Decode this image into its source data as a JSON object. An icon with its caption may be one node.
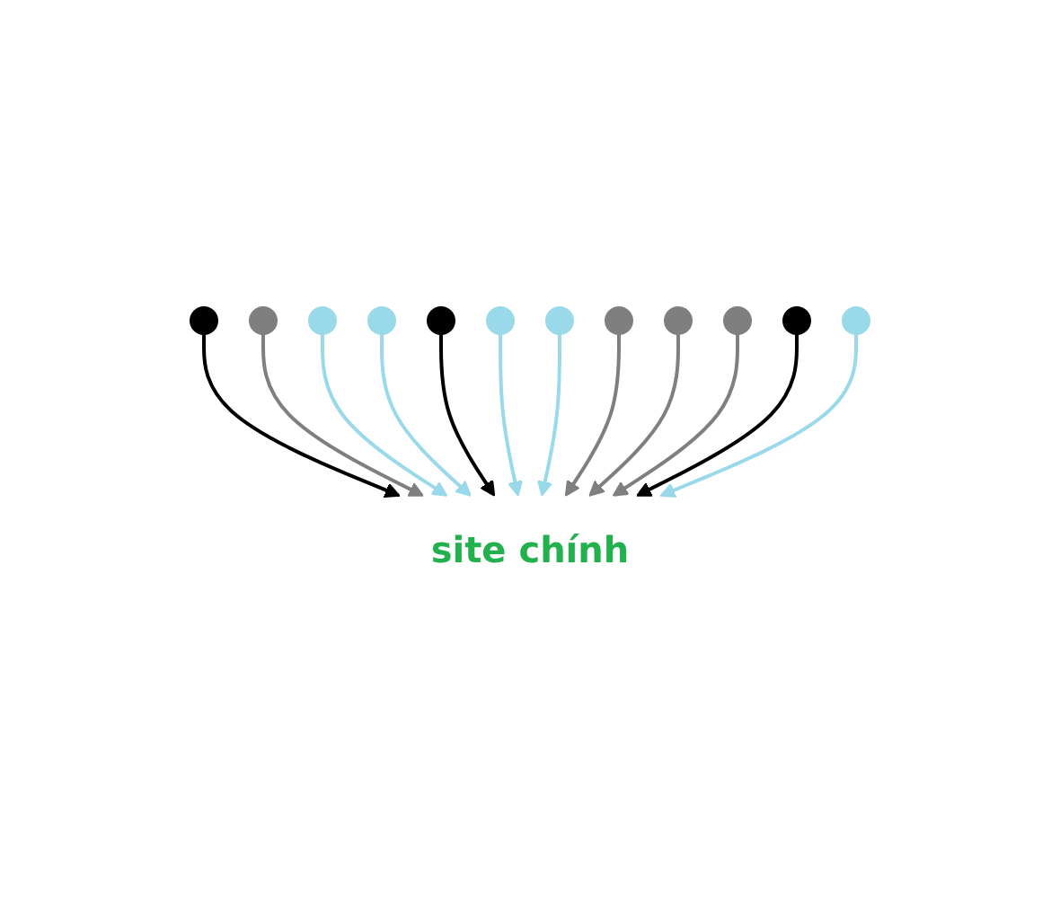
{
  "diagram": {
    "nodes": [
      {
        "text": [],
        "shape": "circle"
      },
      {
        "text": [],
        "shape": "circle"
      },
      {
        "text": [],
        "shape": "circle"
      },
      {
        "text": [],
        "shape": "circle"
      },
      {
        "text": [],
        "shape": "circle"
      },
      {
        "text": [],
        "shape": "circle"
      },
      {
        "text": [
          "site chính"
        ]
      },
      {
        "text": [],
        "shape": "circle"
      },
      {
        "text": [],
        "shape": "circle"
      },
      {
        "text": [],
        "shape": "circle"
      },
      {
        "text": [],
        "shape": "circle"
      },
      {
        "text": [],
        "shape": "circle"
      },
      {
        "text": [],
        "shape": "circle"
      }
    ],
    "edges": [
      {
        "from": 0,
        "to": 6,
        "arrow": "to",
        "color": "#000000"
      },
      {
        "from": 1,
        "to": 6,
        "arrow": "to",
        "color": "#7f7f7f"
      },
      {
        "from": 2,
        "to": 6,
        "arrow": "to"
      },
      {
        "from": 3,
        "to": 6,
        "arrow": "to"
      },
      {
        "from": 4,
        "to": 6,
        "arrow": "to",
        "color": "#000000"
      },
      {
        "from": 5,
        "to": 6,
        "arrow": "to"
      },
      {
        "from": 7,
        "to": 6,
        "arrow": "to"
      },
      {
        "from": 8,
        "to": 6,
        "arrow": "to",
        "color": "#7f7f7f"
      },
      {
        "from": 9,
        "to": 6,
        "arrow": "to",
        "color": "#7f7f7f"
      },
      {
        "from": 10,
        "to": 6,
        "arrow": "to",
        "color": "#7f7f7f"
      },
      {
        "from": 11,
        "to": 6,
        "arrow": "to",
        "color": "#000000"
      },
      {
        "from": 12,
        "to": 6,
        "arrow": "to"
      }
    ]
  }
}
